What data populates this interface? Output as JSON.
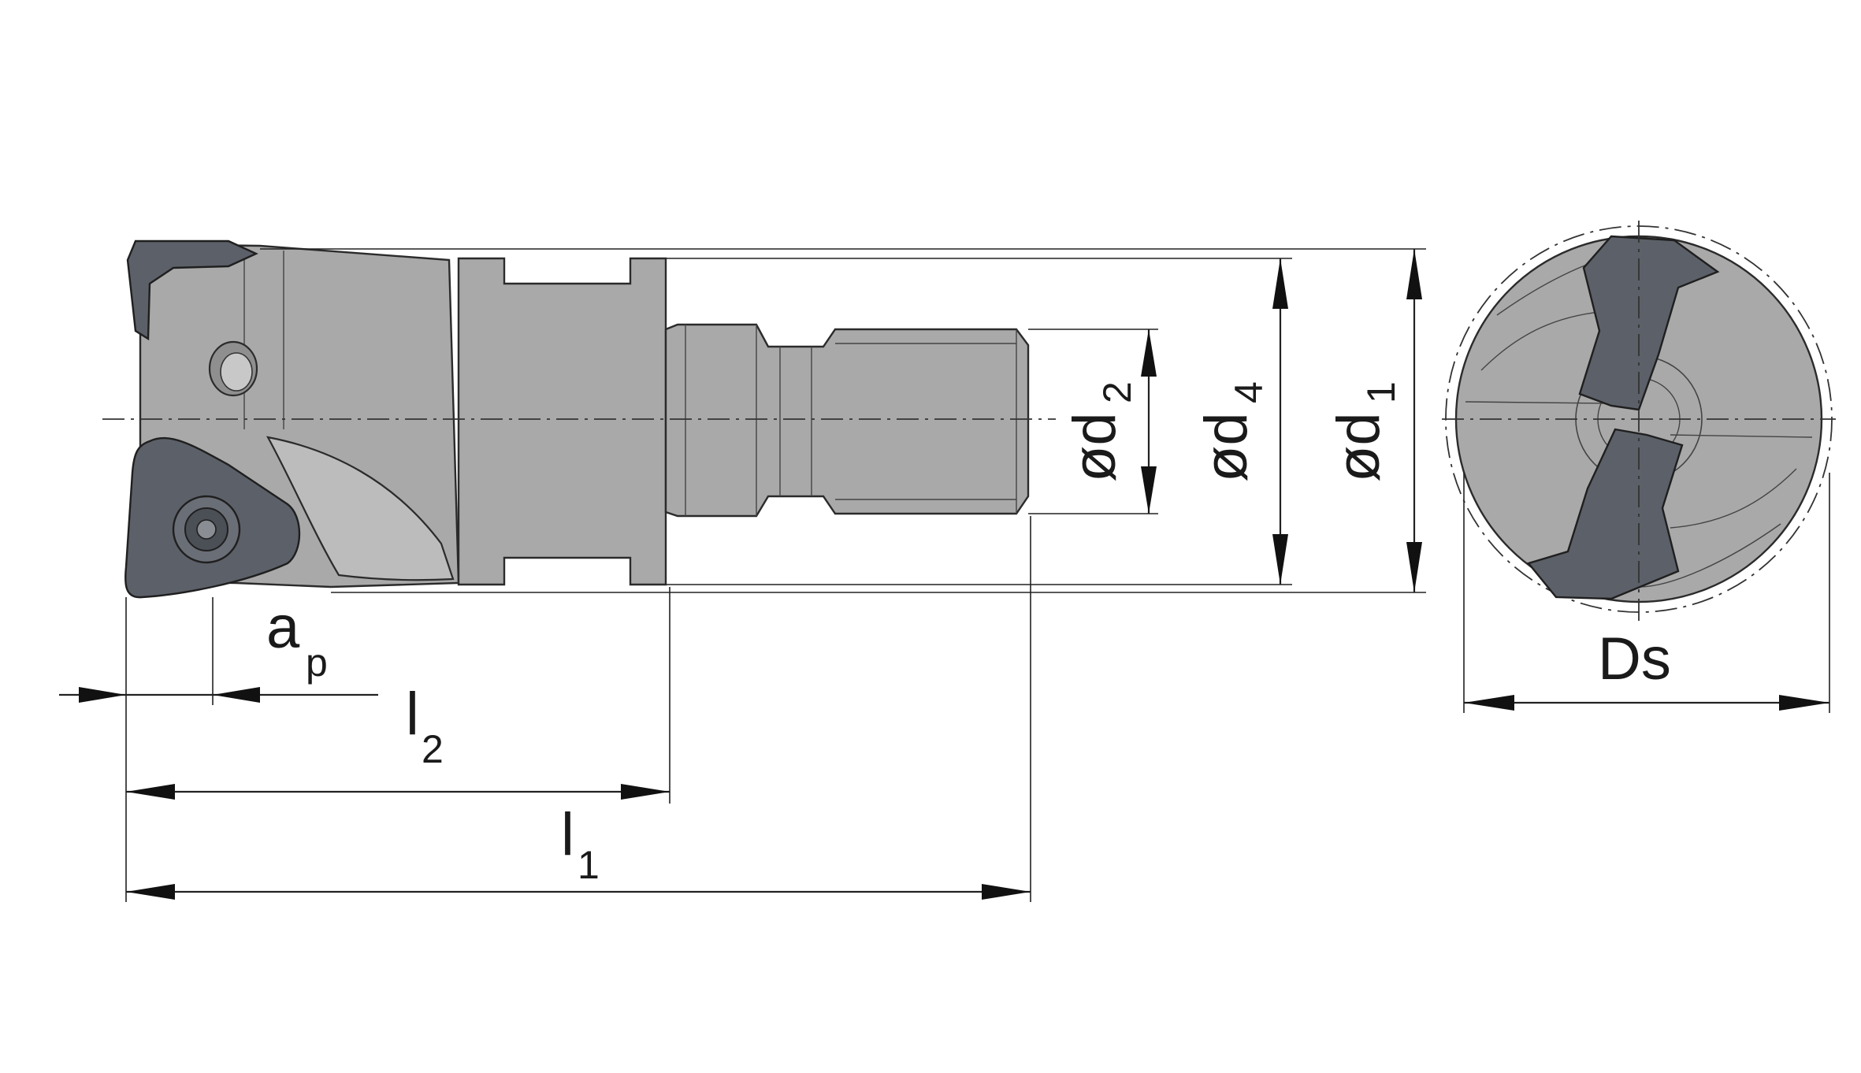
{
  "labels": {
    "d2": {
      "main": "ød",
      "sub": "2"
    },
    "d4": {
      "main": "ød",
      "sub": "4"
    },
    "d1": {
      "main": "ød",
      "sub": "1"
    },
    "ap": {
      "main": "a",
      "sub": "p"
    },
    "l2": {
      "main": "l",
      "sub": "2"
    },
    "l1": {
      "main": "l",
      "sub": "1"
    },
    "ds": {
      "main": "Ds"
    }
  },
  "colors": {
    "body": "#a9a9a9",
    "insert": "#5c6068",
    "line": "#222222"
  }
}
